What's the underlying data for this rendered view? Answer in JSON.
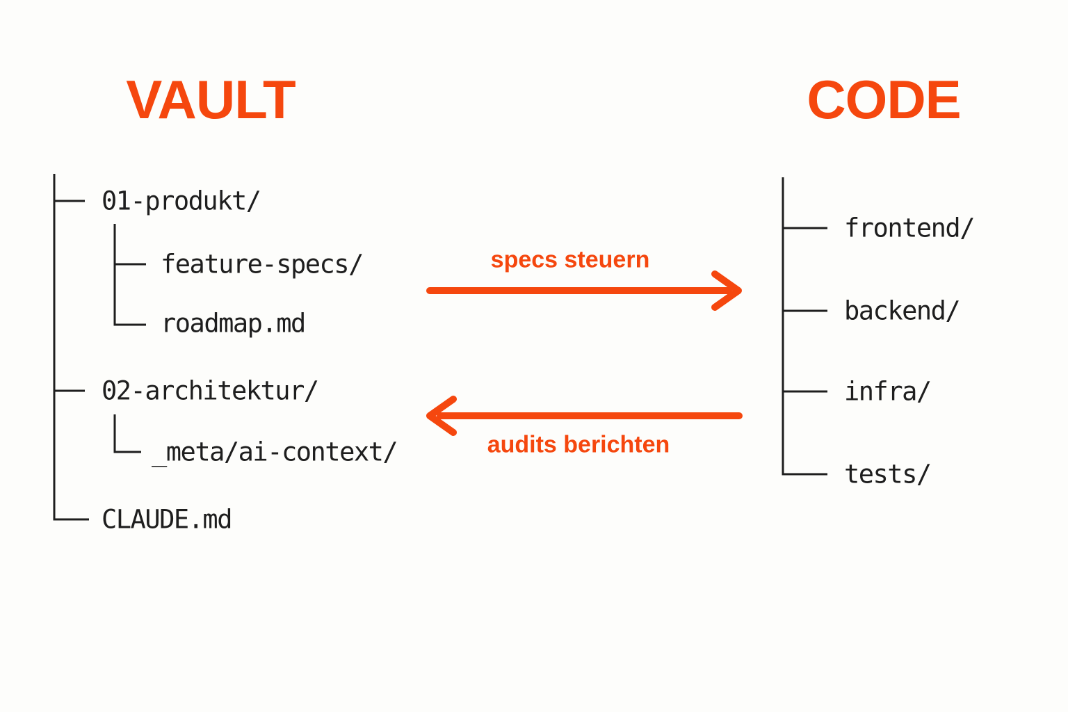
{
  "colors": {
    "accent": "#F5470E",
    "ink": "#1E1E1E",
    "background": "#FDFDFB"
  },
  "vault": {
    "title": "VAULT",
    "items": [
      {
        "label": "01-produkt/",
        "level": 1
      },
      {
        "label": "feature-specs/",
        "level": 2
      },
      {
        "label": "roadmap.md",
        "level": 2
      },
      {
        "label": "02-architektur/",
        "level": 1
      },
      {
        "label": "_meta/ai-context/",
        "level": 2
      },
      {
        "label": "CLAUDE.md",
        "level": 1
      }
    ]
  },
  "code": {
    "title": "CODE",
    "items": [
      {
        "label": "frontend/",
        "level": 1
      },
      {
        "label": "backend/",
        "level": 1
      },
      {
        "label": "infra/",
        "level": 1
      },
      {
        "label": "tests/",
        "level": 1
      }
    ]
  },
  "arrows": [
    {
      "label": "specs steuern",
      "direction": "right",
      "from": "vault",
      "to": "code"
    },
    {
      "label": "audits berichten",
      "direction": "left",
      "from": "code",
      "to": "vault"
    }
  ]
}
